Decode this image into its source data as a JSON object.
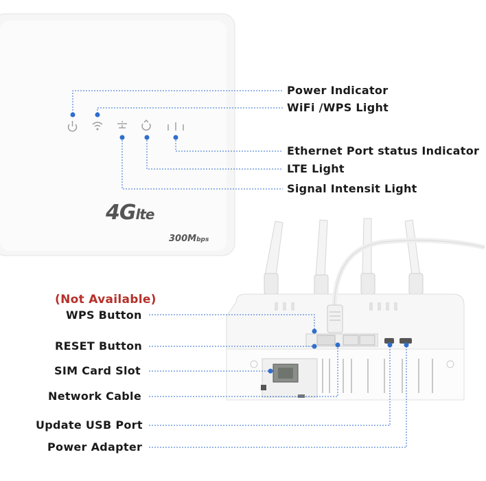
{
  "top_callouts": {
    "power_indicator": "Power Indicator",
    "wifi_wps_light": "WiFi /WPS Light",
    "ethernet_port_status": "Ethernet Port status Indicator",
    "lte_light": "LTE Light",
    "signal_intensity_light": "Signal Intensit Light"
  },
  "bottom_callouts": {
    "not_available": "(Not Available)",
    "wps_button": "WPS Button",
    "reset_button": "RESET Button",
    "sim_card_slot": "SIM Card Slot",
    "network_cable": "Network Cable",
    "update_usb_port": "Update USB Port",
    "power_adapter": "Power Adapter"
  },
  "device": {
    "brand_main": "4G",
    "brand_sub": "lte",
    "speed_value": "300M",
    "speed_unit": "bps"
  },
  "colors": {
    "callout_line": "#2f6ecf",
    "not_available_text": "#b5302a",
    "label_text": "#1a1a1a"
  }
}
